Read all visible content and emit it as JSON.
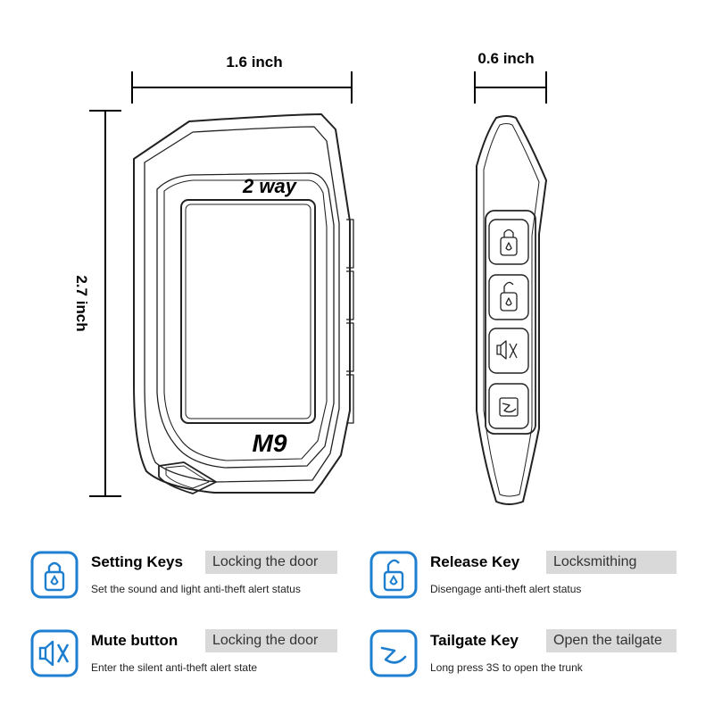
{
  "dimensions": {
    "width": "1.6 inch",
    "height": "2.7 inch",
    "depth": "0.6 inch"
  },
  "device": {
    "mode_label": "2 way",
    "model_label": "M9"
  },
  "colors": {
    "icon_blue": "#1e7fd0",
    "tag_bg": "#d9d9d9",
    "outline": "#222222"
  },
  "keys": [
    {
      "icon": "lock-closed-icon",
      "title": "Setting Keys",
      "tag": "Locking the door",
      "desc": "Set the sound and light anti-theft alert status"
    },
    {
      "icon": "lock-open-icon",
      "title": "Release Key",
      "tag": "Locksmithing",
      "desc": "Disengage anti-theft alert status"
    },
    {
      "icon": "mute-icon",
      "title": "Mute button",
      "tag": "Locking the door",
      "desc": "Enter the silent anti-theft alert state"
    },
    {
      "icon": "trunk-icon",
      "title": "Tailgate Key",
      "tag": "Open the tailgate",
      "desc": "Long press 3S to open the trunk"
    }
  ]
}
